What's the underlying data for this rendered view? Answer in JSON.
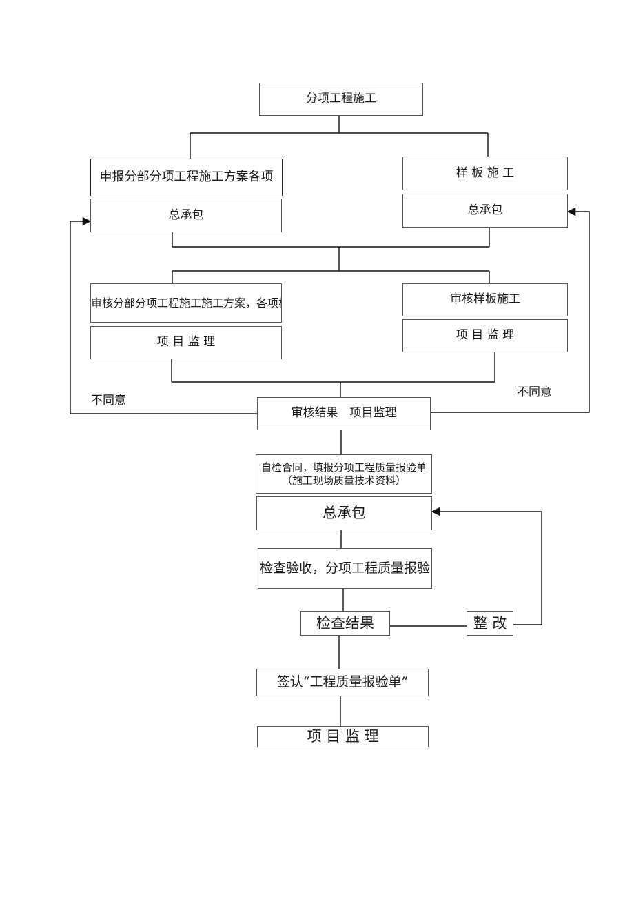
{
  "nodes": {
    "sub_item_construction": "分项工程施工",
    "submit_plan": "申报分部分项工程施工方案各项",
    "sample_construction": "样 板 施 工",
    "general_contractor_left": "总承包",
    "general_contractor_right": "总承包",
    "review_plan": "审核分部分项工程施工施工方案，各项材",
    "review_sample": "审核样板施工",
    "supervision_left": "项 目 监 理",
    "supervision_right": "项 目 监 理",
    "review_result": "审核结果　项目监理",
    "self_check_line1": "自检合同，填报分项工程质量报验单",
    "self_check_line2": "（施工现场质量技术资料）",
    "general_contractor_main": "总承包",
    "inspect_accept": "检查验收，分项工程质量报验",
    "inspect_result": "检查结果",
    "rectify": "整 改",
    "sign_report": "签认“工程质量报验单”",
    "supervision_final": "项 目 监 理"
  },
  "labels": {
    "disagree_left": "不同意",
    "disagree_right": "不同意"
  }
}
